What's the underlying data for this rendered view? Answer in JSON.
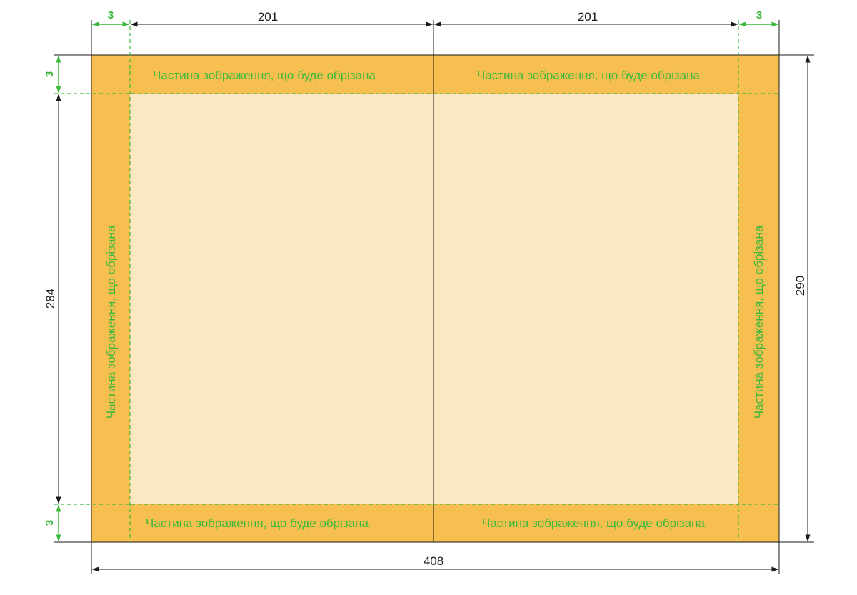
{
  "colors": {
    "bleed": "#f7bf4f",
    "page": "#fde8c4",
    "dimension_line": "#1a1a1a",
    "trim_line": "#3cb93c"
  },
  "dimensions": {
    "bleed_left": "3",
    "page_left_width": "201",
    "page_right_width": "201",
    "bleed_right": "3",
    "bleed_top": "3",
    "trim_height": "284",
    "bleed_bottom": "3",
    "total_height": "290",
    "total_width": "408"
  },
  "labels": {
    "top_left": "Частина зображення, що буде обрізана",
    "top_right": "Частина зображення, що буде обрізана",
    "bottom_left": "Частина зображення, що буде обрізана",
    "bottom_right": "Частина зображення, що буде обрізана",
    "left_side": "Частина зображення, що обрізана",
    "right_side": "Частина зображення, що обрізана"
  }
}
